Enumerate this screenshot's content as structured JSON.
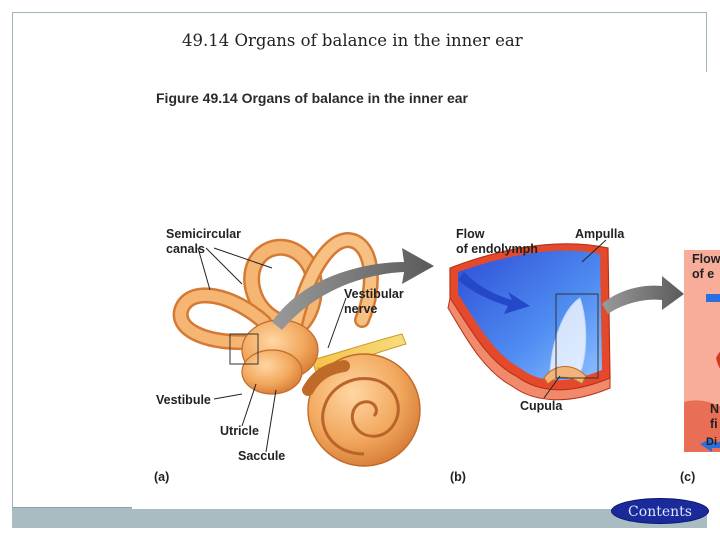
{
  "slide": {
    "title": "49.14 Organs of balance in the inner ear"
  },
  "figure": {
    "heading": "Figure 49.14  Organs of balance in the inner ear",
    "panel_a": {
      "letter": "(a)",
      "label_semicircular": "Semicircular",
      "label_canals": "canals",
      "label_vestibular": "Vestibular",
      "label_nerve": "nerve",
      "label_vestibule": "Vestibule",
      "label_utricle": "Utricle",
      "label_saccule": "Saccule"
    },
    "panel_b": {
      "letter": "(b)",
      "label_flow": "Flow",
      "label_endolymph": "of endolymph",
      "label_ampulla": "Ampulla",
      "label_cupula": "Cupula"
    },
    "panel_c": {
      "letter": "(c)",
      "label_flow_partial": "Flow",
      "label_of_e_partial": "of e",
      "label_n_partial": "N",
      "label_fi_partial": "fi",
      "label_di_partial": "Di"
    }
  },
  "nav": {
    "contents_label": "Contents"
  },
  "colors": {
    "ear_orange": "#f2a85e",
    "fluid_blue": "#3a6ee8",
    "arrow_gray": "#6c6c6c",
    "button_navy": "#1a2a9a"
  }
}
